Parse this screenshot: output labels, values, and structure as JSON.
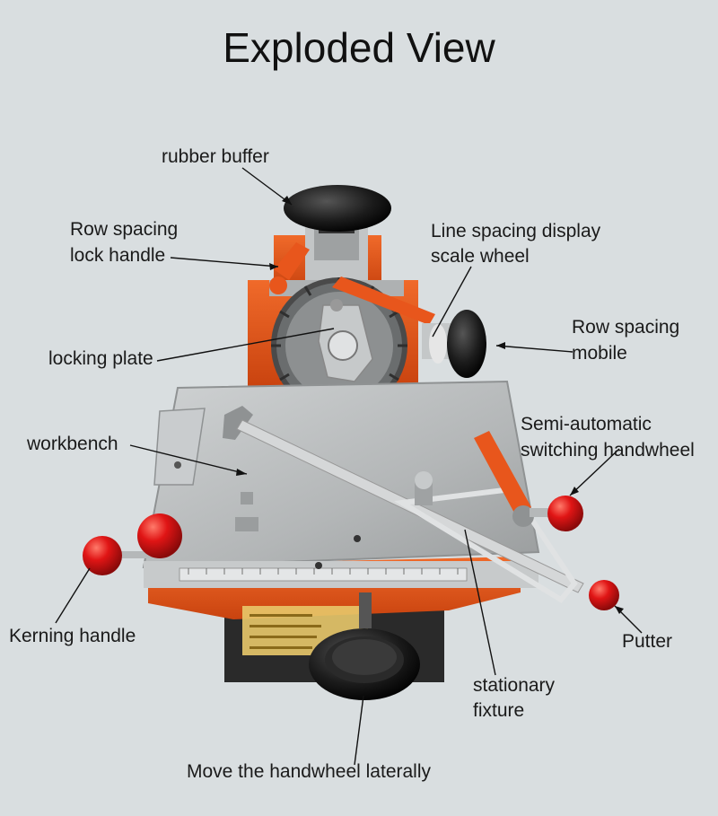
{
  "title": "Exploded View",
  "labels": {
    "rubber_buffer": "rubber buffer",
    "row_spacing_lock_line1": "Row spacing",
    "row_spacing_lock_line2": "lock handle",
    "line_spacing_line1": "Line spacing display",
    "line_spacing_line2": "scale wheel",
    "row_spacing_mobile_line1": "Row spacing",
    "row_spacing_mobile_line2": "mobile",
    "locking_plate": "locking plate",
    "semi_auto_line1": "Semi-automatic",
    "semi_auto_line2": "switching handwheel",
    "workbench": "workbench",
    "kerning_handle": "Kerning handle",
    "putter": "Putter",
    "stationary_line1": "stationary",
    "stationary_line2": "fixture",
    "move_handwheel": "Move the handwheel laterally"
  },
  "colors": {
    "background": "#d9dee0",
    "machine_orange": "#e8561c",
    "knob_red": "#e01515",
    "steel": "#b9bcbd",
    "knob_black": "#1c1c1c"
  }
}
